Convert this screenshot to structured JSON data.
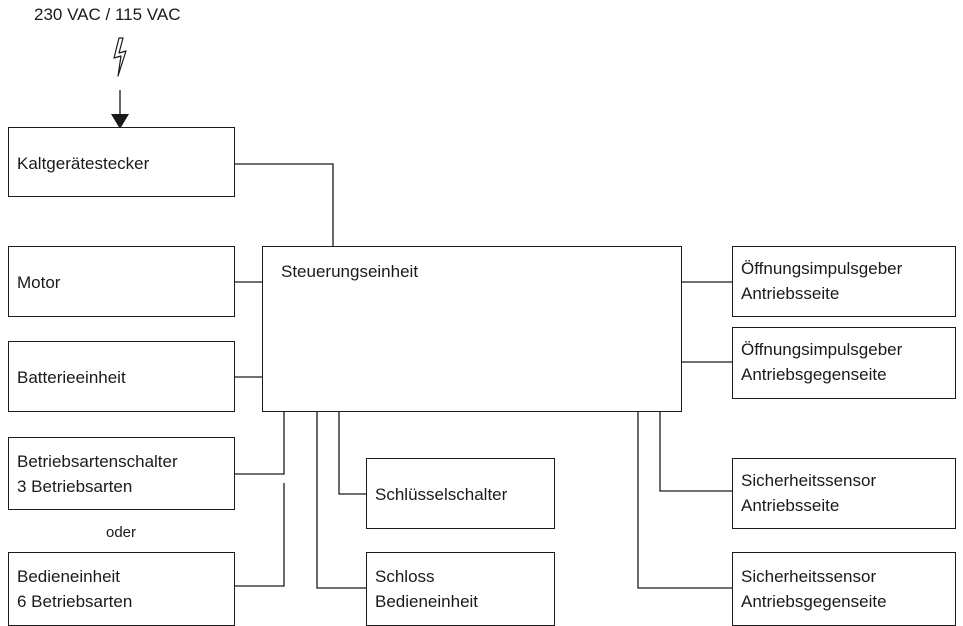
{
  "power_label": "230 VAC / 115 VAC",
  "separator_label": "oder",
  "blocks": {
    "kaltgeraetestecker": "Kaltgerätestecker",
    "motor": "Motor",
    "batterieeinheit": "Batterieeinheit",
    "betriebsartenschalter": "Betriebsartenschalter\n3 Betriebsarten",
    "bedieneinheit": "Bedieneinheit\n6 Betriebsarten",
    "steuerungseinheit": "Steuerungseinheit",
    "schluesselschalter": "Schlüsselschalter",
    "schloss": "Schloss\nBedieneinheit",
    "oeffnung_antrieb": "Öffnungsimpulsgeber\nAntriebsseite",
    "oeffnung_gegen": "Öffnungsimpulsgeber\nAntriebsgegenseite",
    "sicherheit_antrieb": "Sicherheitssensor\nAntriebsseite",
    "sicherheit_gegen": "Sicherheitssensor\nAntriebsgegenseite"
  }
}
